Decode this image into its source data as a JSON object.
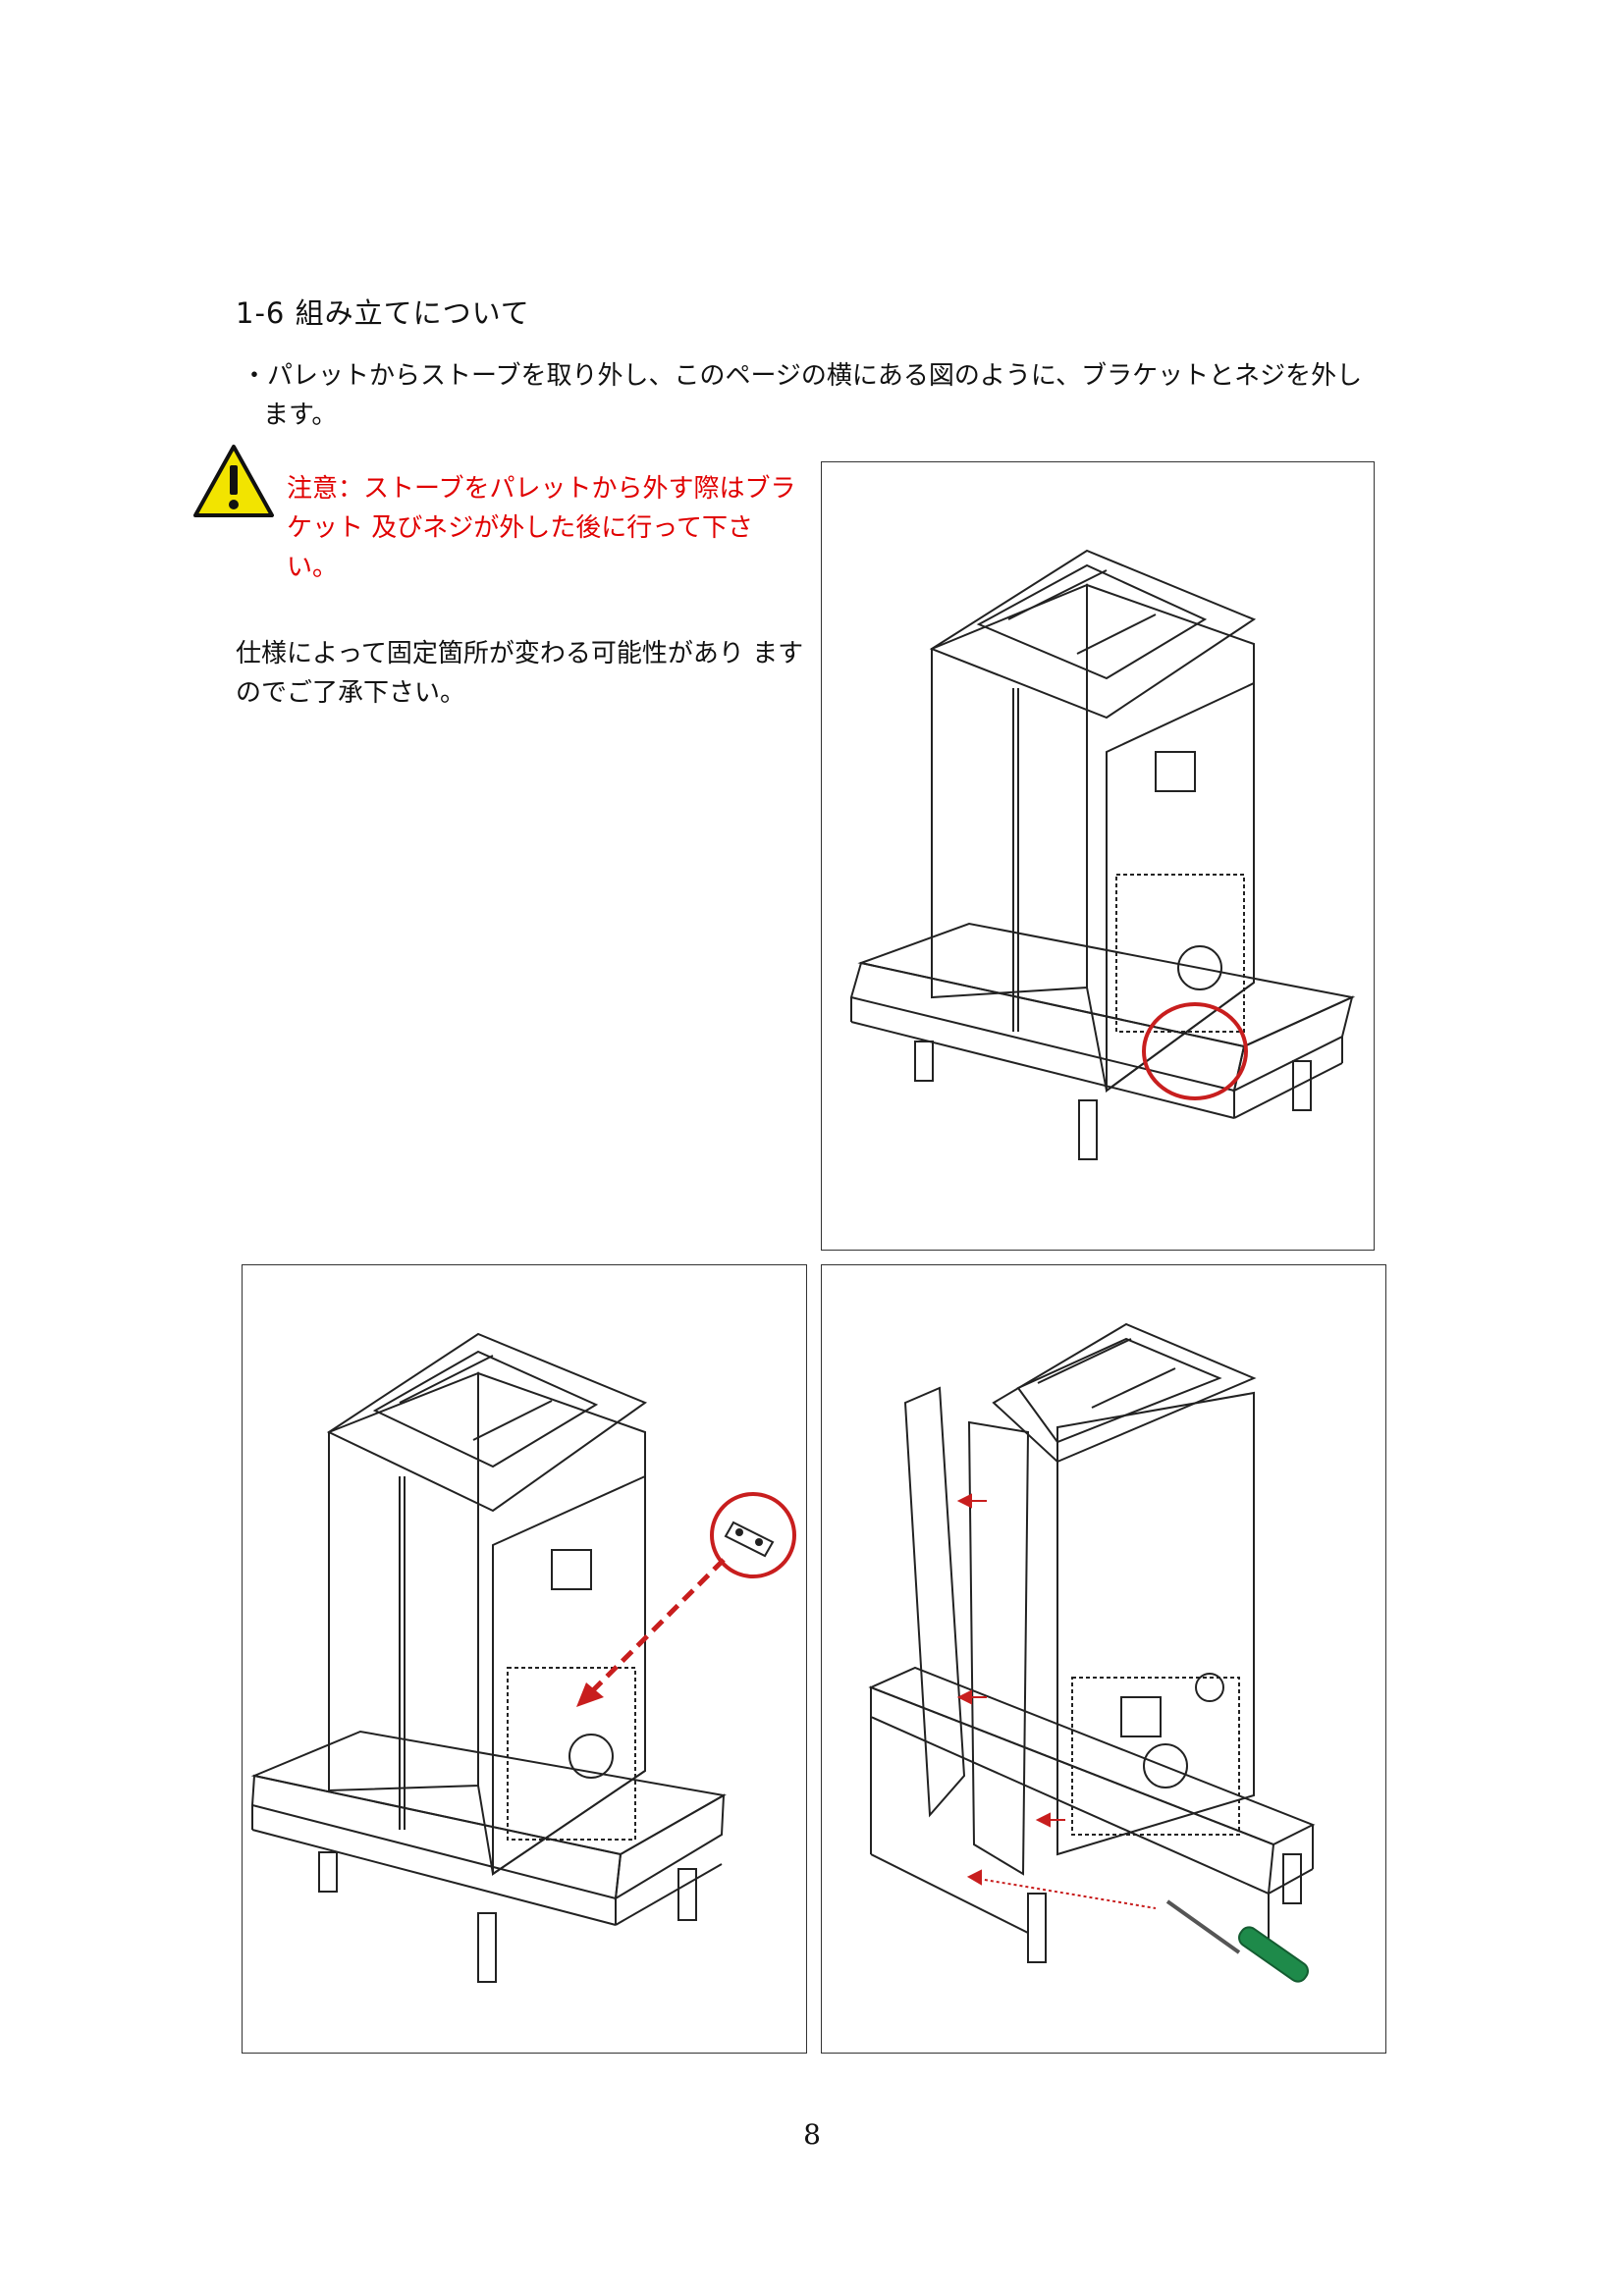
{
  "section": {
    "heading": "1-6 組み立てについて",
    "bullet_line1": "・パレットからストーブを取り外し、このページの横にある図のように、ブラケットとネジを外し",
    "bullet_line2": "ます。"
  },
  "caution": {
    "icon": "warning-triangle-icon",
    "text": "注意：ストーブをパレットから外す際はブラケット 及びネジが外した後に行って下さい。",
    "color": "#e00000"
  },
  "note": {
    "text": "仕様によって固定箇所が変わる可能性があり ますのでご了承下さい。"
  },
  "figures": {
    "fig1_icon": "stove-on-pallet-bracket-circled",
    "fig2_icon": "bracket-removal-arrow",
    "fig3_icon": "screw-removal-screwdriver"
  },
  "page_number": "8"
}
